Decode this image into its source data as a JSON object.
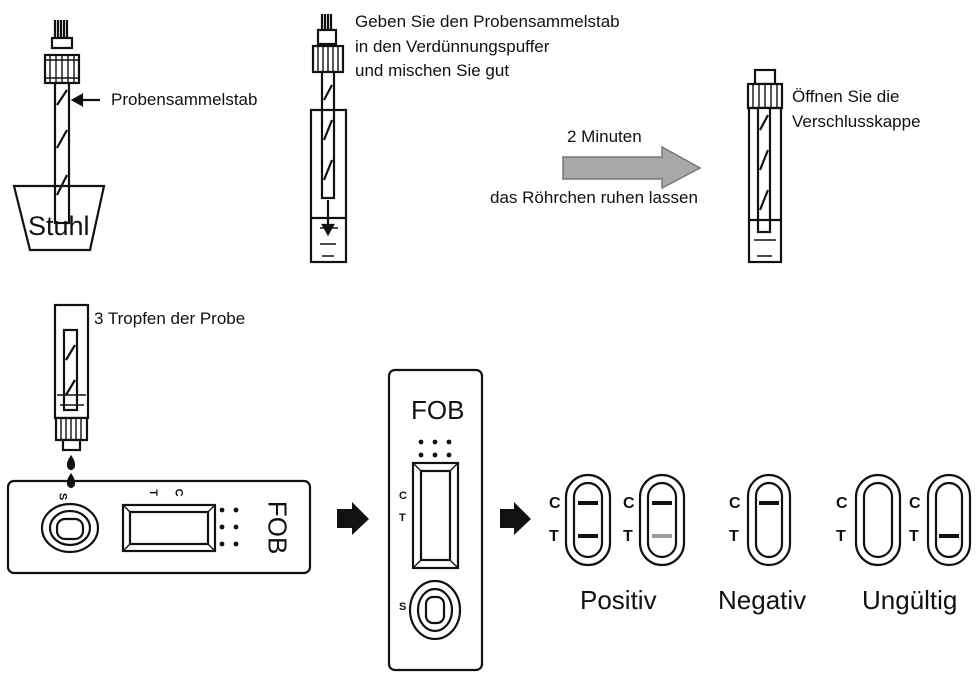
{
  "step1": {
    "container_label": "Stuhl",
    "stick_label": "Probensammelstab"
  },
  "step2": {
    "lines": [
      "Geben Sie den Probensammelstab",
      "in den Verdünnungspuffer",
      "und mischen Sie gut"
    ]
  },
  "step3": {
    "time": "2 Minuten",
    "instruction": "das Röhrchen ruhen lassen"
  },
  "step4": {
    "lines": [
      "Öffnen Sie die",
      "Verschlusskappe"
    ]
  },
  "step5": {
    "instruction": "3 Tropfen der Probe"
  },
  "cassette": {
    "brand": "FOB",
    "sample": "S",
    "test": "T",
    "control": "C"
  },
  "results": {
    "labels": {
      "c": "C",
      "t": "T"
    },
    "positive": "Positiv",
    "negative": "Negativ",
    "invalid": "Ungültig"
  }
}
